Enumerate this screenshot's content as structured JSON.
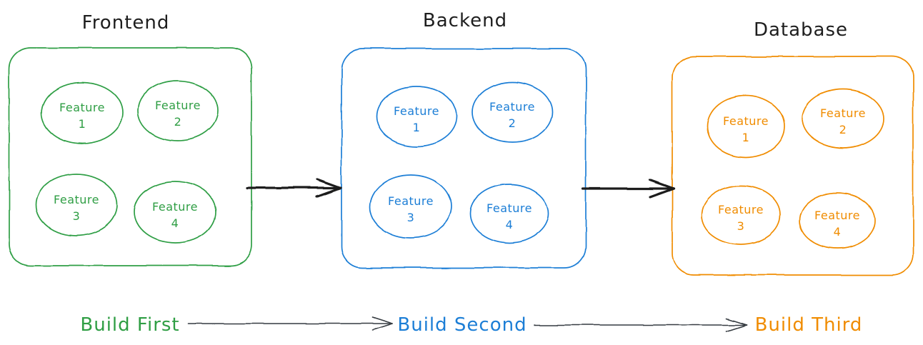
{
  "diagram_title": "",
  "colors": {
    "title": "#1e1e1e",
    "connector_arrow": "#1e1e1e",
    "timeline_arrow": "#343a40",
    "background": "#ffffff",
    "frontend": "#2f9e44",
    "backend": "#1c7ed6",
    "database": "#f08c00"
  },
  "sections": [
    {
      "title": "Frontend",
      "color": "#2f9e44",
      "features": [
        {
          "name": "Feature",
          "number": "1"
        },
        {
          "name": "Feature",
          "number": "2"
        },
        {
          "name": "Feature",
          "number": "3"
        },
        {
          "name": "Feature",
          "number": "4"
        }
      ]
    },
    {
      "title": "Backend",
      "color": "#1c7ed6",
      "features": [
        {
          "name": "Feature",
          "number": "1"
        },
        {
          "name": "Feature",
          "number": "2"
        },
        {
          "name": "Feature",
          "number": "3"
        },
        {
          "name": "Feature",
          "number": "4"
        }
      ]
    },
    {
      "title": "Database",
      "color": "#f08c00",
      "features": [
        {
          "name": "Feature",
          "number": "1"
        },
        {
          "name": "Feature",
          "number": "2"
        },
        {
          "name": "Feature",
          "number": "3"
        },
        {
          "name": "Feature",
          "number": "4"
        }
      ]
    }
  ],
  "timeline": {
    "steps": [
      {
        "label": "Build First",
        "color": "#2f9e44"
      },
      {
        "label": "Build Second",
        "color": "#1c7ed6"
      },
      {
        "label": "Build Third",
        "color": "#f08c00"
      }
    ]
  }
}
